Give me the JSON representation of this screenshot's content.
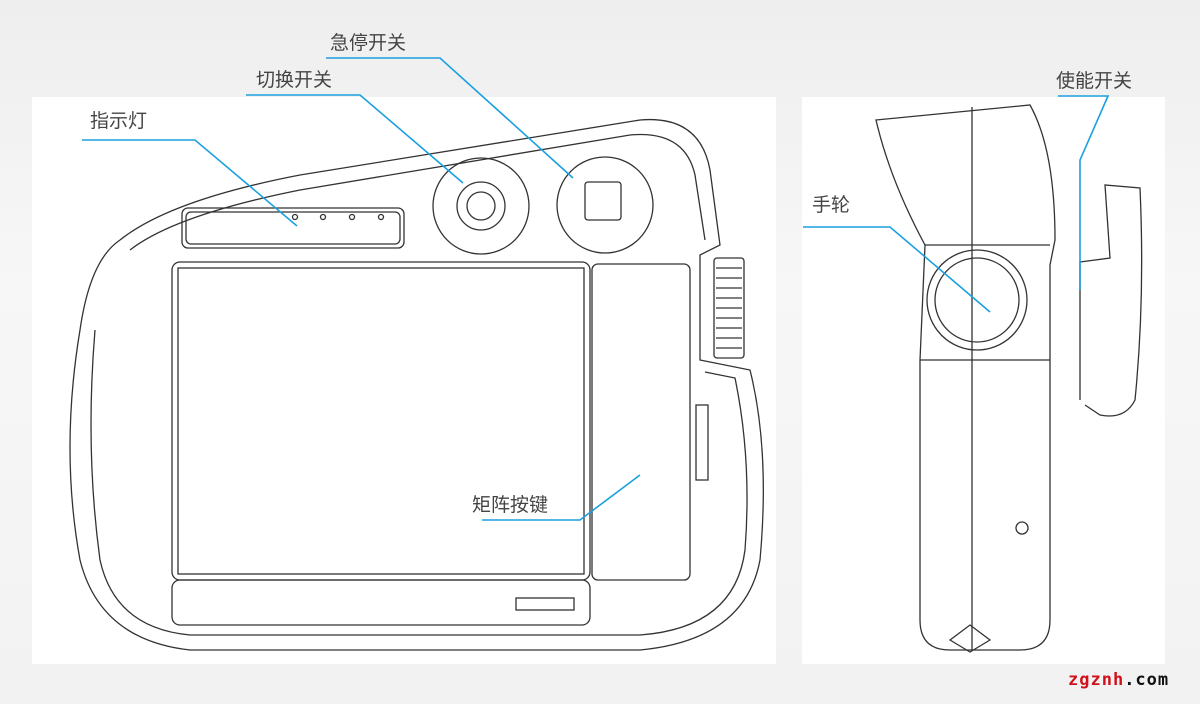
{
  "labels": {
    "estop": "急停开关",
    "mode_switch": "切换开关",
    "indicator": "指示灯",
    "enable_switch": "使能开关",
    "handwheel": "手轮",
    "matrix_keys": "矩阵按键"
  },
  "watermark": {
    "domain": "zgznh",
    "tld": ".com"
  },
  "colors": {
    "leader_line": "#1aa0e0",
    "outline": "#333333",
    "watermark_red": "#d0101a"
  }
}
